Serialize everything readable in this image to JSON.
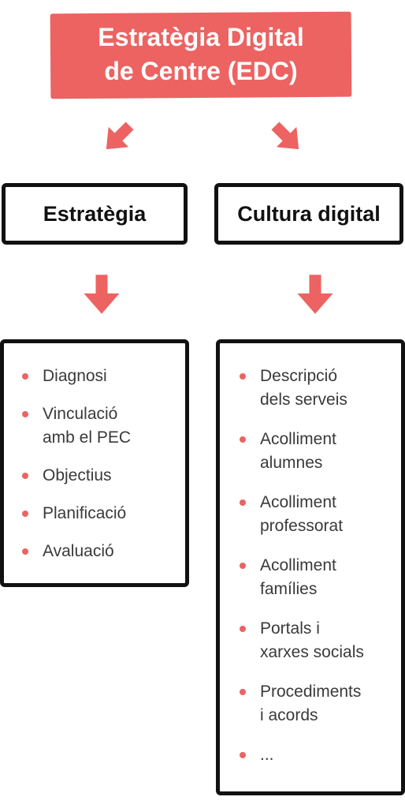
{
  "title": {
    "line1": "Estratègia Digital",
    "line2": "de Centre (EDC)"
  },
  "colors": {
    "accent": "#ec6362",
    "border": "#111111",
    "text": "#3a3a3a"
  },
  "columns": [
    {
      "header": "Estratègia",
      "items": [
        {
          "lines": [
            "Diagnosi"
          ]
        },
        {
          "lines": [
            "Vinculació",
            "amb el PEC"
          ]
        },
        {
          "lines": [
            "Objectius"
          ]
        },
        {
          "lines": [
            "Planificació"
          ]
        },
        {
          "lines": [
            "Avaluació"
          ]
        }
      ]
    },
    {
      "header": "Cultura digital",
      "items": [
        {
          "lines": [
            "Descripció",
            "dels serveis"
          ]
        },
        {
          "lines": [
            "Acolliment",
            "alumnes"
          ]
        },
        {
          "lines": [
            "Acolliment",
            "professorat"
          ]
        },
        {
          "lines": [
            "Acolliment",
            "famílies"
          ]
        },
        {
          "lines": [
            "Portals i",
            "xarxes socials"
          ]
        },
        {
          "lines": [
            "Procediments",
            "i acords"
          ]
        },
        {
          "lines": [
            "..."
          ]
        }
      ]
    }
  ]
}
